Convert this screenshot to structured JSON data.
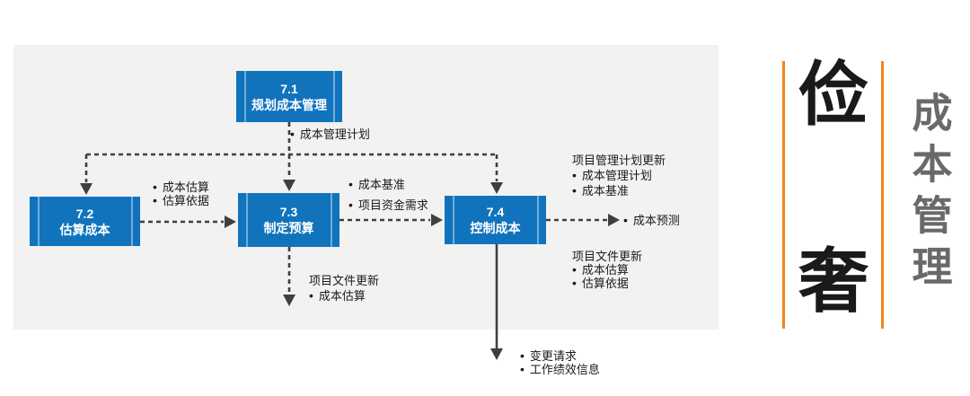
{
  "colors": {
    "blue": "#1173BC",
    "panel": "#F2F2F2",
    "line": "#3F3F3F",
    "accent": "#F5821E",
    "title-gray": "#696969",
    "ink": "#1A1A1A"
  },
  "boxes": [
    {
      "number": "7.1",
      "name": "规划成本管理"
    },
    {
      "number": "7.2",
      "name": "估算成本"
    },
    {
      "number": "7.3",
      "name": "制定预算"
    },
    {
      "number": "7.4",
      "name": "控制成本"
    }
  ],
  "annotations": {
    "cost_mgmt_plan": {
      "items": [
        "成本管理计划"
      ]
    },
    "estimates_out": {
      "items": [
        "成本估算",
        "估算依据"
      ]
    },
    "budget_out": {
      "items": [
        "成本基准",
        "项目资金需求"
      ]
    },
    "pm_plan_updates": {
      "heading": "项目管理计划更新",
      "items": [
        "成本管理计划",
        "成本基准"
      ]
    },
    "cost_forecast": {
      "items": [
        "成本预测"
      ]
    },
    "doc_updates_right": {
      "heading": "项目文件更新",
      "items": [
        "成本估算",
        "估算依据"
      ]
    },
    "doc_updates_below": {
      "heading": "项目文件更新",
      "items": [
        "成本估算"
      ]
    },
    "control_outputs": {
      "items": [
        "变更请求",
        "工作绩效信息"
      ]
    }
  },
  "sidebar": {
    "char_top": "俭",
    "char_bottom": "奢",
    "vertical_title": "成本管理"
  }
}
